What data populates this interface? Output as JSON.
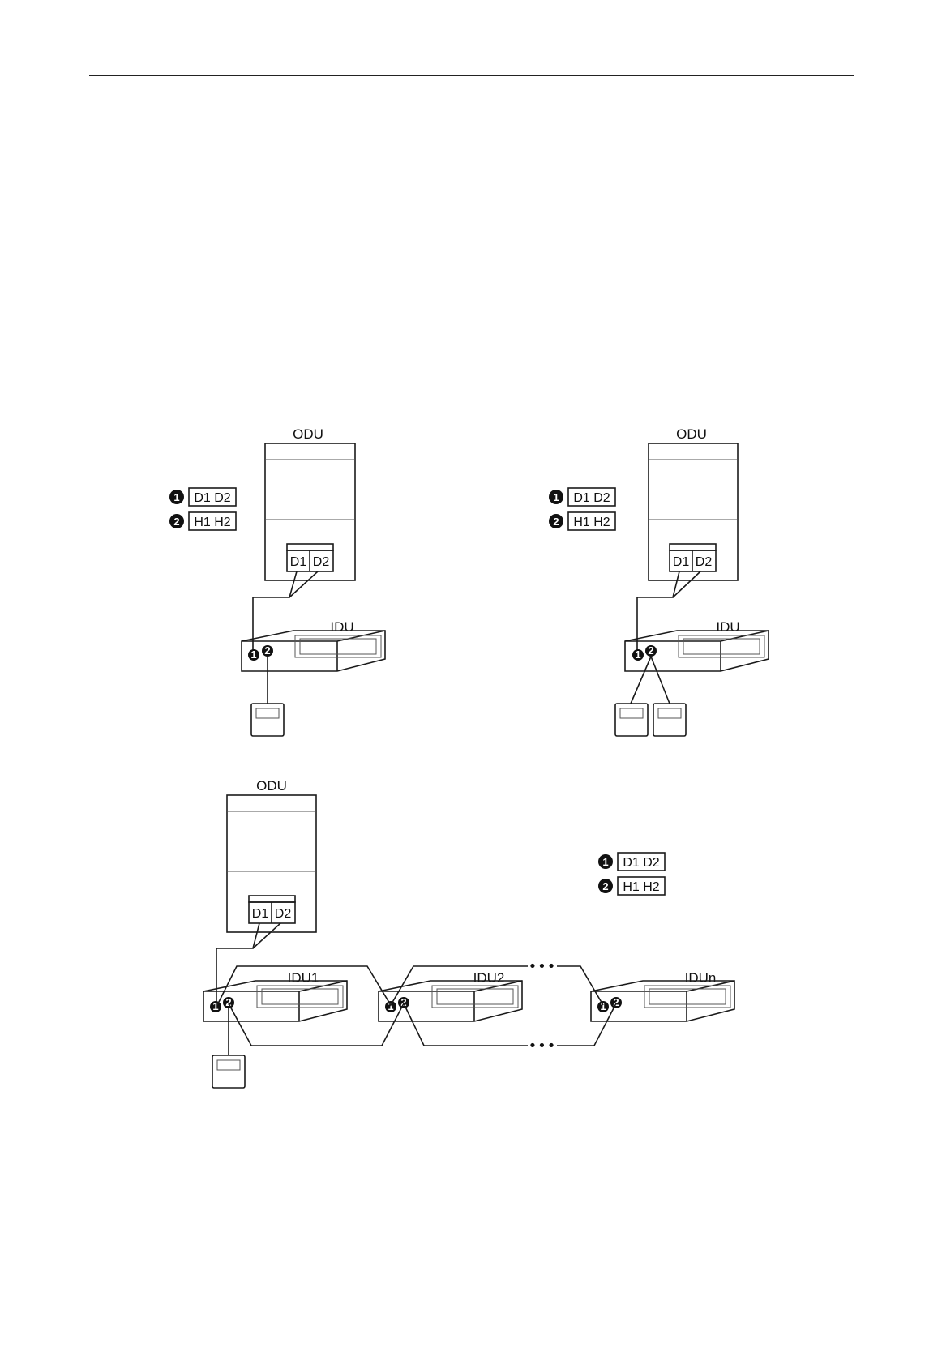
{
  "labels": {
    "odu": "ODU",
    "idu": "IDU",
    "idu1": "IDU1",
    "idu2": "IDU2",
    "idun": "IDUn",
    "terminal_d1": "D1",
    "terminal_d2": "D2"
  },
  "legend": [
    {
      "number": "1",
      "text": "D1 D2"
    },
    {
      "number": "2",
      "text": "H1 H2"
    }
  ],
  "ellipsis": "•••"
}
